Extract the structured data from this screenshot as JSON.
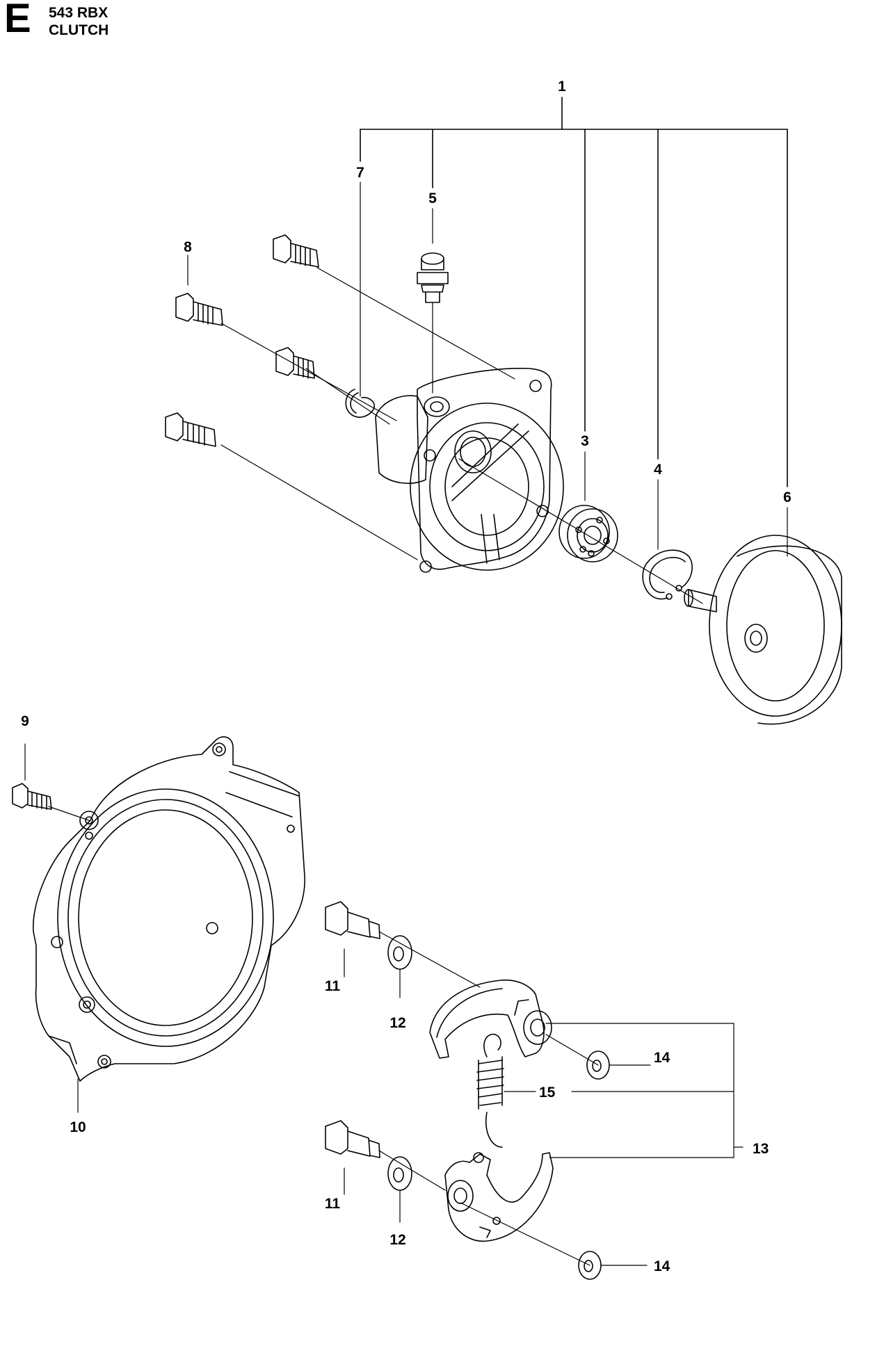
{
  "header": {
    "section_letter": "E",
    "model": "543 RBX",
    "title": "CLUTCH"
  },
  "callouts": [
    "1",
    "3",
    "4",
    "5",
    "6",
    "7",
    "8",
    "9",
    "10",
    "11",
    "12",
    "13",
    "14",
    "15"
  ]
}
